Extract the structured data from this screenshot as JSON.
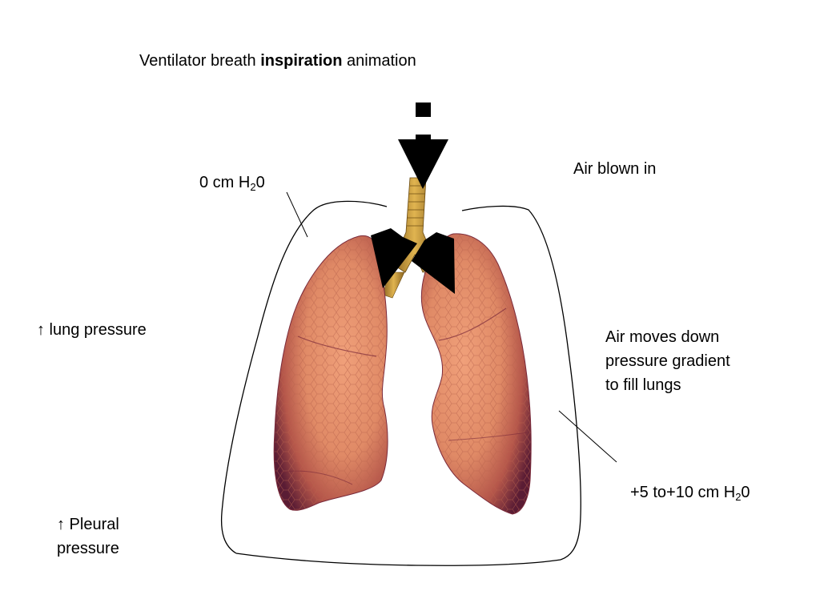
{
  "title": {
    "before": "Ventilator breath ",
    "bold": "inspiration",
    "after": " animation"
  },
  "labels": {
    "airway_pressure": {
      "prefix": "0 cm H",
      "sub": "2",
      "suffix": "0"
    },
    "air_blown_in": "Air blown in",
    "lung_pressure": {
      "arrow": "↑",
      "text": " lung pressure"
    },
    "air_moves": [
      "Air moves down",
      "pressure gradient",
      "to fill lungs"
    ],
    "pleural_pressure": {
      "arrow": "↑",
      "line1": " Pleural",
      "line2": "pressure"
    },
    "pleural_value": {
      "prefix": "+5 to+10 cm H",
      "sub": "2",
      "suffix": "0"
    }
  },
  "colors": {
    "lung_light": "#e8906a",
    "lung_mid": "#c9684f",
    "lung_dark": "#5a1c34",
    "trachea": "#c99a3a",
    "arrow": "#000000"
  },
  "icons": [
    "down-arrow-icon",
    "left-bronchus-arrow-icon",
    "right-bronchus-arrow-icon"
  ]
}
